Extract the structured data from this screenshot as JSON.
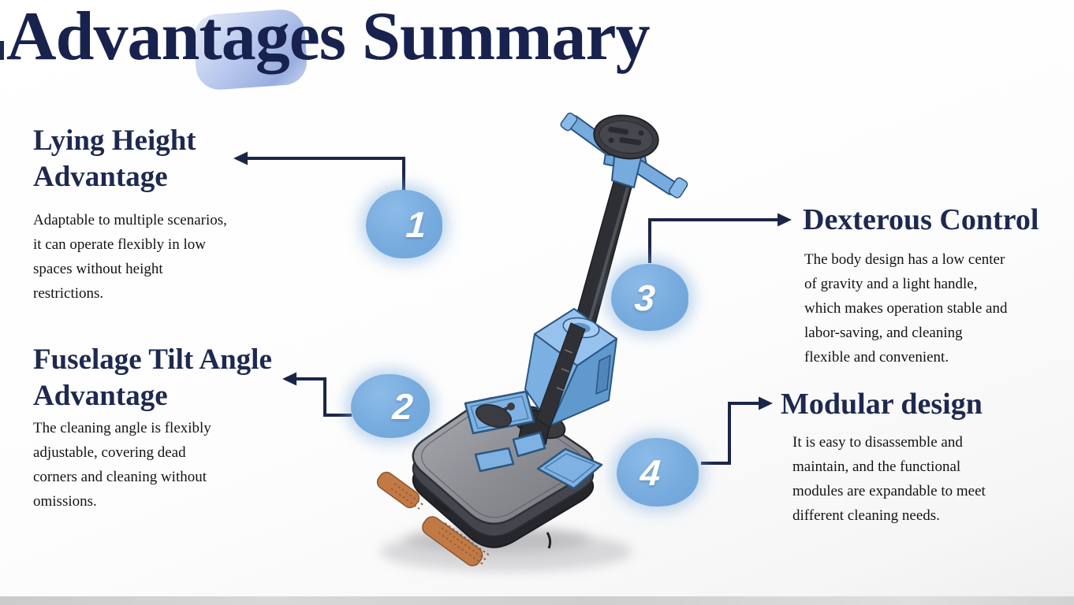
{
  "title": "Advantages Summary",
  "sections": [
    {
      "number": "1",
      "heading_lines": [
        "Lying Height",
        "Advantage"
      ],
      "body_lines": [
        "Adaptable to multiple scenarios,",
        "it can operate flexibly in low",
        "spaces without height",
        "restrictions."
      ]
    },
    {
      "number": "2",
      "heading_lines": [
        "Fuselage Tilt Angle",
        "Advantage"
      ],
      "body_lines": [
        "The cleaning angle is flexibly",
        "adjustable, covering dead",
        "corners and cleaning without",
        "omissions."
      ]
    },
    {
      "number": "3",
      "heading_lines": [
        "Dexterous Control"
      ],
      "body_lines": [
        "The body design has a low center",
        "of gravity and a light handle,",
        "which makes operation stable and",
        "labor-saving, and cleaning",
        "flexible and convenient."
      ]
    },
    {
      "number": "4",
      "heading_lines": [
        "Modular design"
      ],
      "body_lines": [
        "It is easy to disassemble and",
        "maintain, and the functional",
        "modules are expandable to meet",
        "different cleaning needs."
      ]
    }
  ],
  "colors": {
    "navy": "#1b2550",
    "heading_navy": "#1e2950",
    "body_text": "#131313",
    "badge_blue": "#77abde",
    "title_highlight": "#a9bce8",
    "machine_blue": "#7cb0e2",
    "machine_gray": "#8c8c92",
    "machine_dark": "#2c2d31",
    "brush_orange": "#c27a45",
    "floor_band_gray": "#d2d2d2"
  }
}
